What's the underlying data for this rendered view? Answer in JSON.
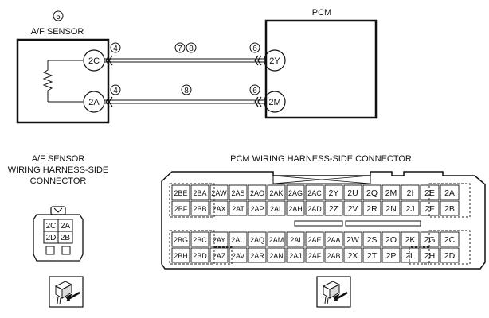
{
  "schematic": {
    "circled": {
      "af_sensor_ref": "5",
      "left_top": "4",
      "left_bottom": "4",
      "mid_top_a": "7",
      "mid_top_b": "8",
      "mid_bottom": "8",
      "right_top": "6",
      "right_bottom": "6"
    },
    "af_sensor_title": "A/F SENSOR",
    "pcm_title": "PCM",
    "af_terminals": [
      "2C",
      "2A"
    ],
    "pcm_terminals": [
      "2Y",
      "2M"
    ]
  },
  "af_connector": {
    "title_lines": [
      "A/F SENSOR",
      "WIRING HARNESS-SIDE",
      "CONNECTOR"
    ],
    "pins": [
      "2C",
      "2A",
      "2D",
      "2B"
    ]
  },
  "pcm_connector": {
    "title": "PCM WIRING HARNESS-SIDE CONNECTOR",
    "top_rows": [
      [
        "2BE",
        "2BA",
        "2AW",
        "2AS",
        "2AO",
        "2AK",
        "2AG",
        "2AC",
        "2Y",
        "2U",
        "2Q",
        "2M",
        "2I",
        "2E",
        "2A"
      ],
      [
        "2BF",
        "2BB",
        "2AX",
        "2AT",
        "2AP",
        "2AL",
        "2AH",
        "2AD",
        "2Z",
        "2V",
        "2R",
        "2N",
        "2J",
        "2F",
        "2B"
      ]
    ],
    "bottom_rows": [
      [
        "2BG",
        "2BC",
        "2AY",
        "2AU",
        "2AQ",
        "2AM",
        "2AI",
        "2AE",
        "2AA",
        "2W",
        "2S",
        "2O",
        "2K",
        "2G",
        "2C"
      ],
      [
        "2BH",
        "2BD",
        "2AZ",
        "2AV",
        "2AR",
        "2AN",
        "2AJ",
        "2AF",
        "2AB",
        "2X",
        "2T",
        "2P",
        "2L",
        "2H",
        "2D"
      ]
    ]
  },
  "icons": [
    "connector-view-icon",
    "connector-view-icon"
  ]
}
